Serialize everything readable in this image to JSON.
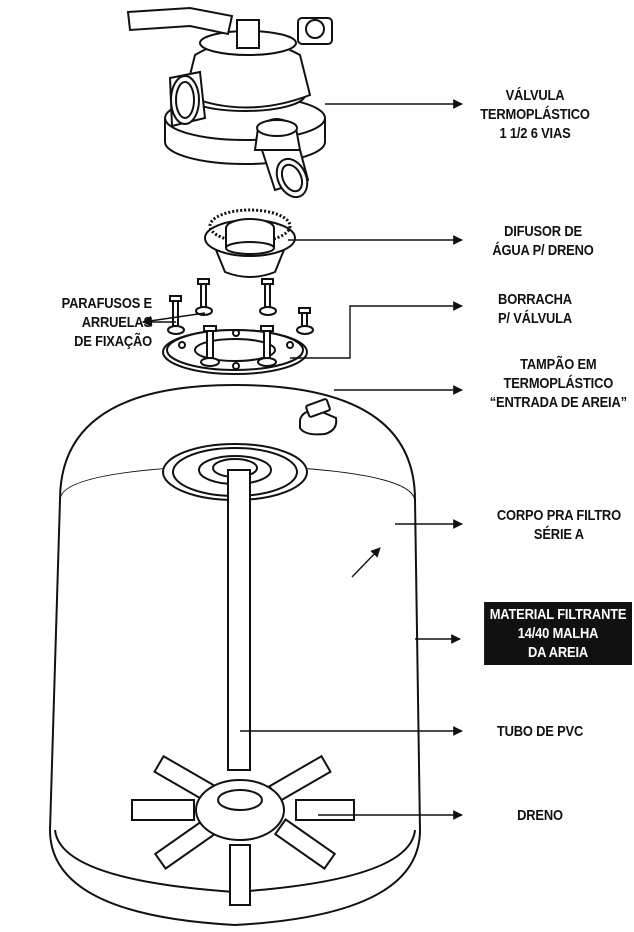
{
  "labels": {
    "valvula": [
      "VÁLVULA",
      "TERMOPLÁSTICO",
      "1 1/2 6 VIAS"
    ],
    "difusor": [
      "DIFUSOR DE",
      "ÁGUA P/ DRENO"
    ],
    "parafusos": [
      "PARAFUSOS E",
      "ARRUELAS",
      "DE FIXAÇÃO"
    ],
    "borracha": [
      "BORRACHA",
      "P/ VÁLVULA"
    ],
    "tampao": [
      "TAMPÃO EM",
      "TERMOPLÁSTICO",
      "“ENTRADA DE AREIA”"
    ],
    "corpo": [
      "CORPO PRA FILTRO",
      "SÉRIE A"
    ],
    "material": [
      "MATERIAL FILTRANTE",
      "14/40 MALHA",
      "DA AREIA"
    ],
    "tubo": [
      "TUBO DE PVC"
    ],
    "dreno": [
      "DRENO"
    ]
  },
  "colors": {
    "ink": "#111111",
    "label_box": "#111111",
    "label_box_text": "#ffffff"
  }
}
